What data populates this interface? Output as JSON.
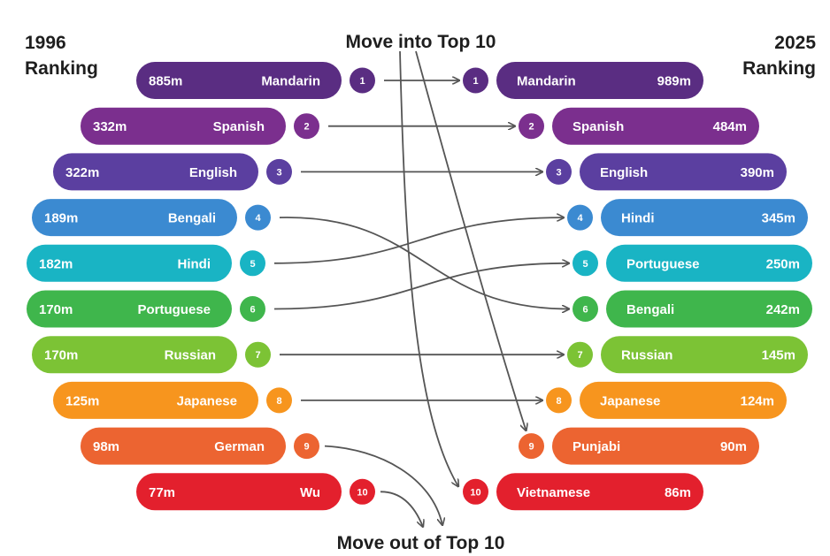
{
  "headers": {
    "left_year": "1996",
    "left_label": "Ranking",
    "right_year": "2025",
    "right_label": "Ranking",
    "move_in": "Move into Top 10",
    "move_out": "Move out of Top 10"
  },
  "chart_data": {
    "type": "slope-ranking",
    "left": [
      {
        "rank": "1",
        "language": "Mandarin",
        "speakers": "885m",
        "color": "#5a2d82"
      },
      {
        "rank": "2",
        "language": "Spanish",
        "speakers": "332m",
        "color": "#7b2f8e"
      },
      {
        "rank": "3",
        "language": "English",
        "speakers": "322m",
        "color": "#5b3fa0"
      },
      {
        "rank": "4",
        "language": "Bengali",
        "speakers": "189m",
        "color": "#3b8ad1"
      },
      {
        "rank": "5",
        "language": "Hindi",
        "speakers": "182m",
        "color": "#19b4c4"
      },
      {
        "rank": "6",
        "language": "Portuguese",
        "speakers": "170m",
        "color": "#3fb64c"
      },
      {
        "rank": "7",
        "language": "Russian",
        "speakers": "170m",
        "color": "#7cc335"
      },
      {
        "rank": "8",
        "language": "Japanese",
        "speakers": "125m",
        "color": "#f7951e"
      },
      {
        "rank": "9",
        "language": "German",
        "speakers": "98m",
        "color": "#ec6431"
      },
      {
        "rank": "10",
        "language": "Wu",
        "speakers": "77m",
        "color": "#e3202d"
      }
    ],
    "right": [
      {
        "rank": "1",
        "language": "Mandarin",
        "speakers": "989m",
        "color": "#5a2d82"
      },
      {
        "rank": "2",
        "language": "Spanish",
        "speakers": "484m",
        "color": "#7b2f8e"
      },
      {
        "rank": "3",
        "language": "English",
        "speakers": "390m",
        "color": "#5b3fa0"
      },
      {
        "rank": "4",
        "language": "Hindi",
        "speakers": "345m",
        "color": "#3b8ad1"
      },
      {
        "rank": "5",
        "language": "Portuguese",
        "speakers": "250m",
        "color": "#19b4c4"
      },
      {
        "rank": "6",
        "language": "Bengali",
        "speakers": "242m",
        "color": "#3fb64c"
      },
      {
        "rank": "7",
        "language": "Russian",
        "speakers": "145m",
        "color": "#7cc335"
      },
      {
        "rank": "8",
        "language": "Japanese",
        "speakers": "124m",
        "color": "#f7951e"
      },
      {
        "rank": "9",
        "language": "Punjabi",
        "speakers": "90m",
        "color": "#ec6431"
      },
      {
        "rank": "10",
        "language": "Vietnamese",
        "speakers": "86m",
        "color": "#e3202d"
      }
    ],
    "flows": [
      {
        "from": "1",
        "to": "1"
      },
      {
        "from": "2",
        "to": "2"
      },
      {
        "from": "3",
        "to": "3"
      },
      {
        "from": "4",
        "to": "6"
      },
      {
        "from": "5",
        "to": "4"
      },
      {
        "from": "6",
        "to": "5"
      },
      {
        "from": "7",
        "to": "7"
      },
      {
        "from": "8",
        "to": "8"
      },
      {
        "from": "9",
        "to": "out"
      },
      {
        "from": "10",
        "to": "out"
      },
      {
        "from": "in",
        "to": "9"
      },
      {
        "from": "in",
        "to": "10"
      }
    ]
  }
}
